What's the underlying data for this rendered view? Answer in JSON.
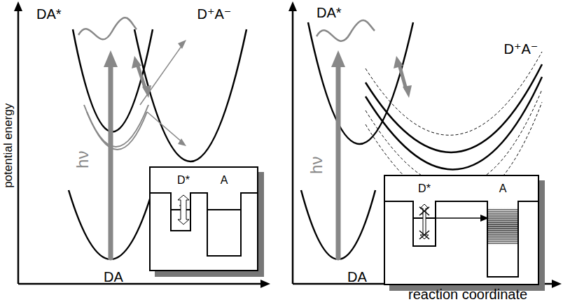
{
  "diagram": {
    "nodes": [
      {
        "text": [
          "D*",
          "A"
        ]
      },
      {
        "text": [
          "D*",
          "A"
        ]
      }
    ],
    "labels": [
      "DA*",
      "D⁺A⁻",
      "hν",
      "DA",
      "potential energy",
      "DA*",
      "D⁺A⁻",
      "hν",
      "DA",
      "reaction coordinate"
    ]
  }
}
